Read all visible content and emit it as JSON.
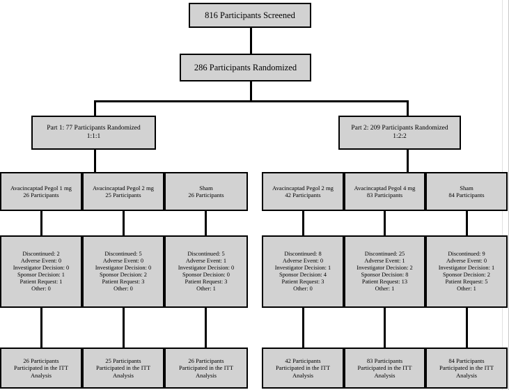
{
  "diagram": {
    "type": "consort-flow-diagram",
    "title": "Clinical Trial Participant Flow",
    "colors": {
      "box_fill": "#d2d2d2",
      "box_border": "#000000",
      "connector": "#000000",
      "background": "#ffffff"
    },
    "screened": {
      "label": "816 Participants Screened"
    },
    "randomized": {
      "label": "286 Participants Randomized"
    },
    "parts": [
      {
        "label": "Part 1: 77 Participants Randomized\n1:1:1"
      },
      {
        "label": "Part 2: 209 Participants Randomized\n1:2:2"
      }
    ],
    "arms": [
      {
        "label": "Avacincaptad Pegol 1 mg\n26 Participants"
      },
      {
        "label": "Avacincaptad Pegol 2 mg\n25 Participants"
      },
      {
        "label": "Sham\n26 Participants"
      },
      {
        "label": "Avacincaptad Pegol 2 mg\n42 Participants"
      },
      {
        "label": "Avacincaptad Pegol 4 mg\n83 Participants"
      },
      {
        "label": "Sham\n84 Participants"
      }
    ],
    "discontinuations": [
      {
        "label": "Discontinued:  2\nAdverse Event: 0\nInvestigator Decision: 0\nSponsor Decision: 1\nPatient Request: 1\nOther: 0"
      },
      {
        "label": "Discontinued: 5\nAdverse Event: 0\nInvestigator Decision: 0\nSponsor Decision: 2\nPatient Request: 3\nOther: 0"
      },
      {
        "label": "Discontinued: 5\nAdverse Event: 1\nInvestigator Decision: 0\nSponsor Decision: 0\nPatient Request: 3\nOther: 1"
      },
      {
        "label": "Discontinued: 8\nAdverse Event: 0\nInvestigator Decision: 1\nSponsor Decision: 4\nPatient Request: 3\nOther: 0"
      },
      {
        "label": "Discontinued: 25\nAdverse Event: 1\nInvestigator Decision: 2\nSponsor Decision: 8\nPatient Request: 13\nOther: 1"
      },
      {
        "label": "Discontinued: 9\nAdverse Event: 0\nInvestigator Decision: 1\nSponsor Decision: 2\nPatient Request: 5\nOther: 1"
      }
    ],
    "itt": [
      {
        "label": "26 Participants\nParticipated in the ITT\nAnalysis"
      },
      {
        "label": "25 Participants\nParticipated in the ITT\nAnalysis"
      },
      {
        "label": "26 Participants\nParticipated in the ITT\nAnalysis"
      },
      {
        "label": "42 Participants\nParticipated in the ITT\nAnalysis"
      },
      {
        "label": "83 Participants\nParticipated in the ITT\nAnalysis"
      },
      {
        "label": "84 Participants\nParticipated in the ITT\nAnalysis"
      }
    ]
  }
}
